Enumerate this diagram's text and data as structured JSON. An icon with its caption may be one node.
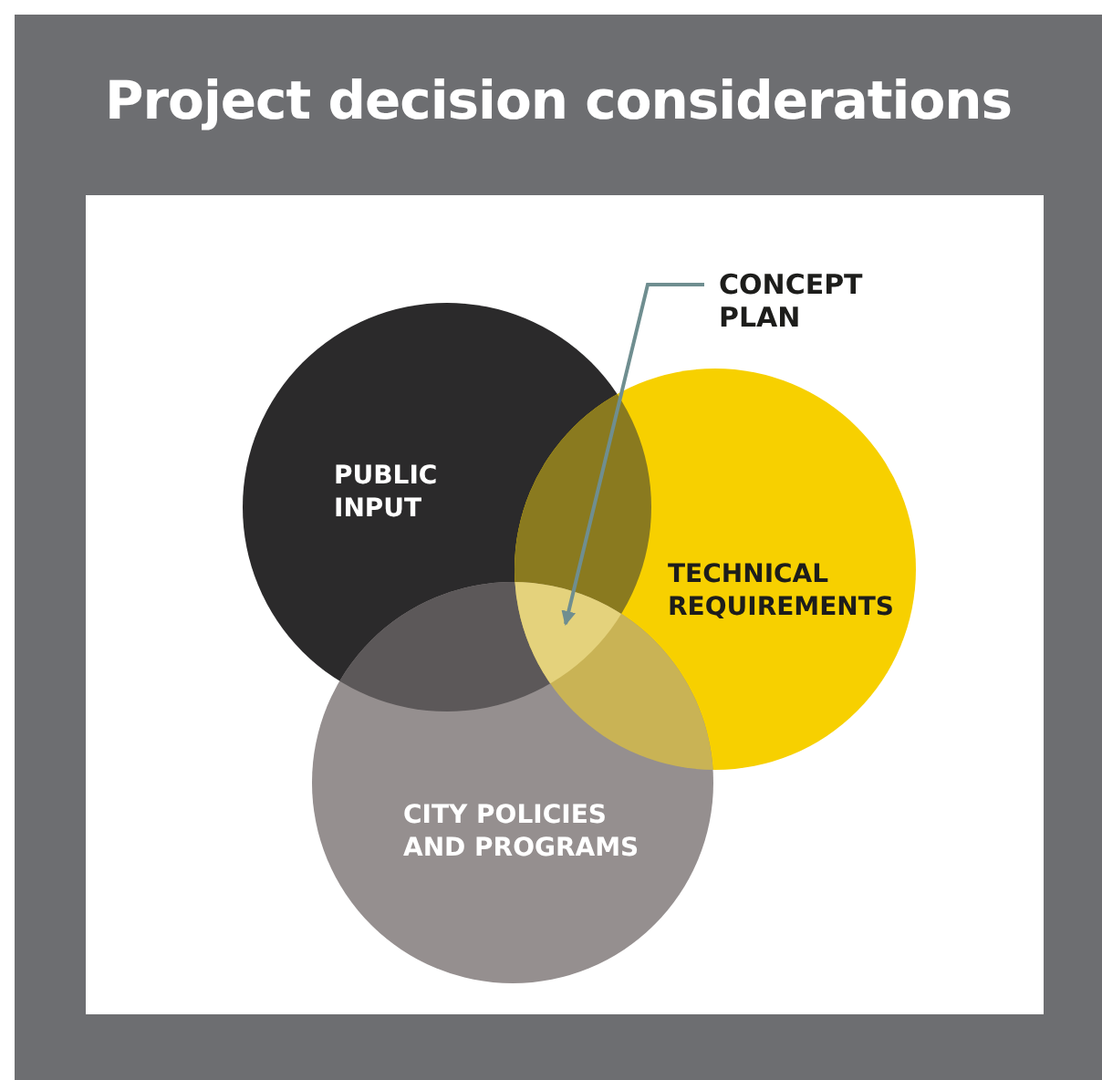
{
  "diagram": {
    "title": "Project decision considerations",
    "nodes": [
      {
        "text": [
          "PUBLIC INPUT"
        ]
      },
      {
        "text": [
          "TECHNICAL REQUIREMENTS"
        ]
      },
      {
        "text": [
          "CITY POLICIES AND PROGRAMS"
        ]
      },
      {
        "text": [
          "CONCEPT PLAN"
        ]
      },
      {
        "text": [],
        "shape": "region"
      }
    ],
    "edges": [
      {
        "from": 3,
        "to": 4,
        "arrow": "to"
      }
    ]
  }
}
